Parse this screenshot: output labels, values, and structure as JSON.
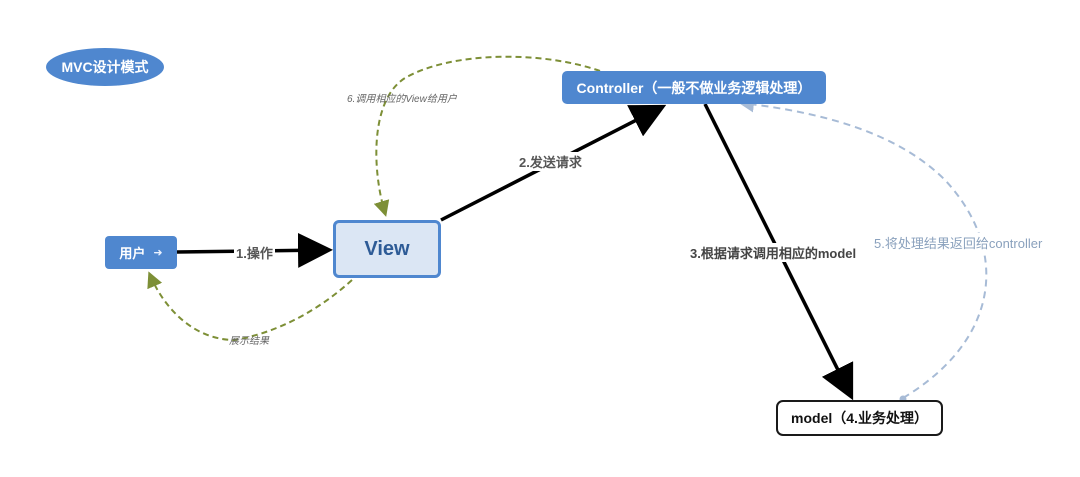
{
  "title": "MVC设计模式",
  "nodes": {
    "user": "用户",
    "view": "View",
    "controller": "Controller（一般不做业务逻辑处理）",
    "model": "model（4.业务处理）"
  },
  "edges": {
    "operate": "1.操作",
    "send_request": "2.发送请求",
    "call_model": "3.根据请求调用相应的model",
    "return_result": "5.将处理结果返回给controller",
    "call_view": "6.调用相应的View给用户",
    "show_result": "展示结果"
  },
  "icons": {
    "user_node_icon": "link-icon"
  },
  "colors": {
    "node_blue": "#4f87cf",
    "view_fill": "#dbe6f4",
    "solid_arrow": "#000000",
    "green_dashed": "#7d8f36",
    "blue_dashed": "#a7bbd6"
  }
}
